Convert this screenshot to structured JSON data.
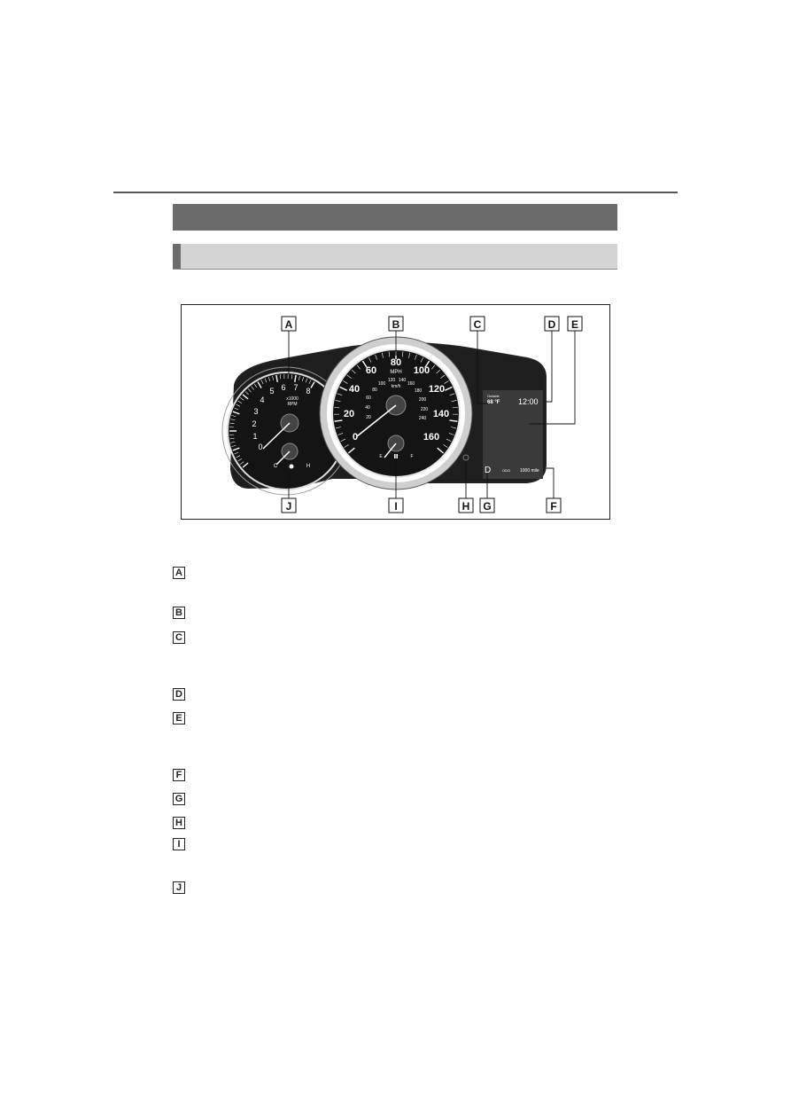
{
  "figure": {
    "callouts": [
      "A",
      "B",
      "C",
      "D",
      "E",
      "F",
      "G",
      "H",
      "I",
      "J"
    ],
    "tachometer": {
      "ticks": [
        "0",
        "1",
        "2",
        "3",
        "4",
        "5",
        "6",
        "7",
        "8"
      ],
      "unit_line1": "x1000",
      "unit_line2": "RPM",
      "temp_low": "C",
      "temp_high": "H"
    },
    "speedometer": {
      "mph_ticks": [
        "0",
        "20",
        "40",
        "60",
        "80",
        "100",
        "120",
        "140",
        "160"
      ],
      "unit": "MPH",
      "kmh_ticks": [
        "20",
        "40",
        "60",
        "80",
        "100",
        "120",
        "140",
        "160",
        "180",
        "200",
        "220",
        "240"
      ],
      "kmh_unit": "km/h",
      "fuel_empty": "E",
      "fuel_full": "F"
    },
    "display": {
      "outside_label": "Outside",
      "outside_temp": "68 °F",
      "clock": "12:00",
      "gear": "D",
      "odo_label": "ODO",
      "odo_value": "1000 mile"
    }
  },
  "legend_items": [
    "A",
    "B",
    "C",
    "D",
    "E",
    "F",
    "G",
    "H",
    "I",
    "J"
  ]
}
